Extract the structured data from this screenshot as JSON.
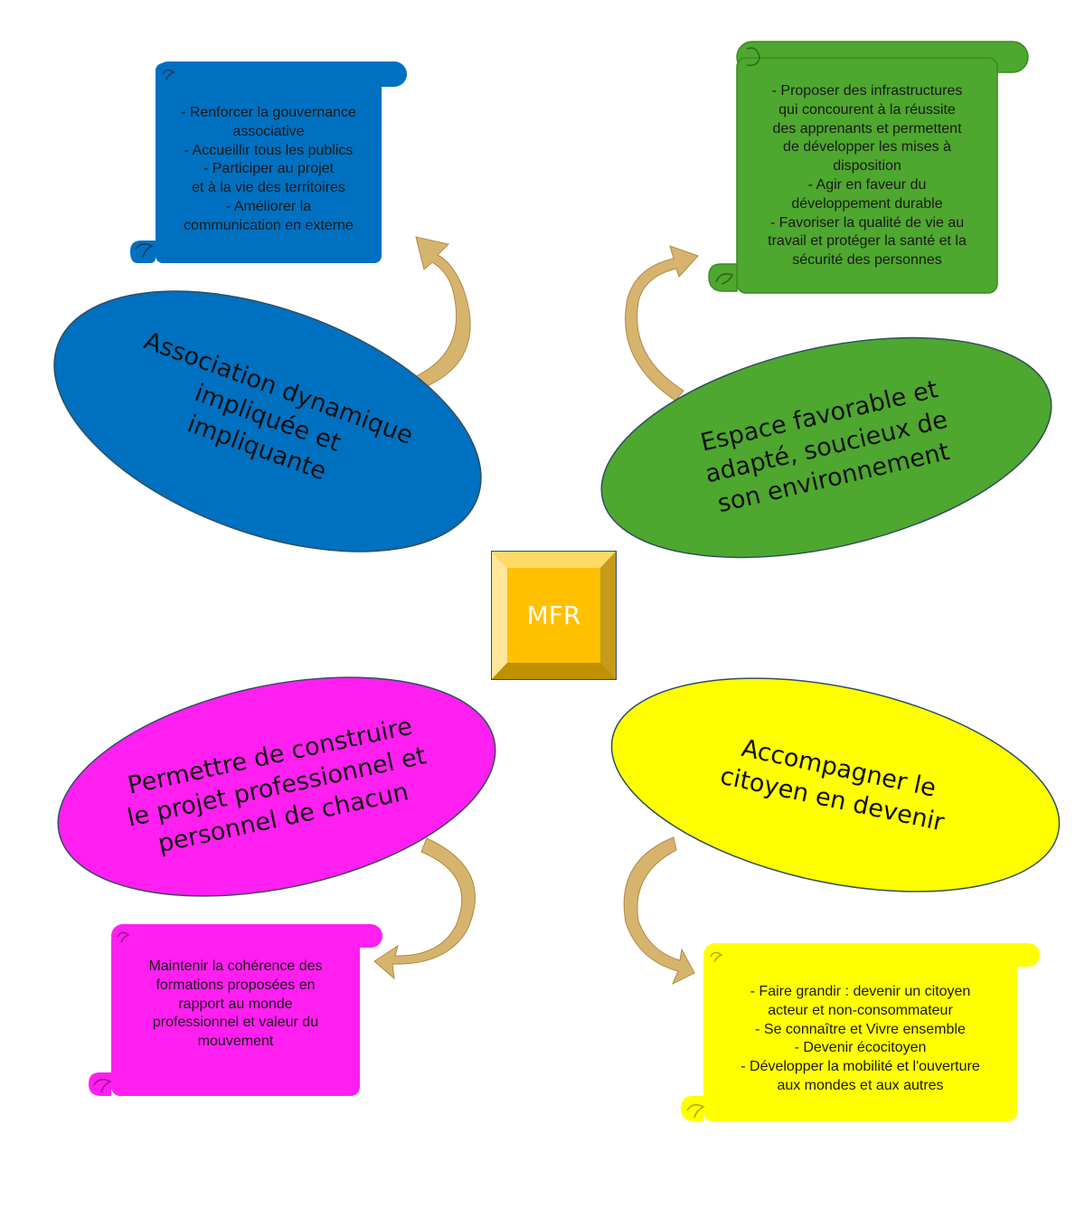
{
  "center": {
    "label": "MFR"
  },
  "themes": [
    {
      "id": "association",
      "title": "Association dynamique\nimpliquée et\nimpliquante",
      "details": "- Renforcer la gouvernance\nassociative\n- Accueillir tous les publics\n- Participer au projet\net à la vie des territoires\n- Améliorer la\ncommunication en externe",
      "color": "#0070C0"
    },
    {
      "id": "espace",
      "title": "Espace favorable et\nadapté, soucieux de\nson environnement",
      "details": "- Proposer des infrastructures\nqui concourent à la réussite\ndes apprenants et permettent\nde développer les mises à\ndisposition\n- Agir en faveur du\ndéveloppement durable\n- Favoriser la qualité de vie au\ntravail et protéger la santé et la\nsécurité des personnes",
      "color": "#4EA72E"
    },
    {
      "id": "projet",
      "title": "Permettre de construire\nle projet professionnel et\npersonnel de chacun",
      "details": "Maintenir la cohérence des\nformations proposées en\nrapport au monde\nprofessionnel et valeur du\nmouvement",
      "color": "#FF1FF0"
    },
    {
      "id": "citoyen",
      "title": "Accompagner le\ncitoyen en devenir",
      "details": "- Faire grandir : devenir un citoyen\nacteur et non-consommateur\n- Se connaître et Vivre ensemble\n- Devenir écocitoyen\n- Développer la mobilité et l'ouverture\naux mondes et aux autres",
      "color": "#FFFF00"
    }
  ],
  "colors": {
    "arrow": "#D6B46E",
    "arrow_dark": "#B08A45",
    "mfr_face": "#FFC000",
    "mfr_bevel_light": "#FFD966",
    "mfr_bevel_dark": "#BF9000",
    "outline": "#2F4F5F"
  }
}
